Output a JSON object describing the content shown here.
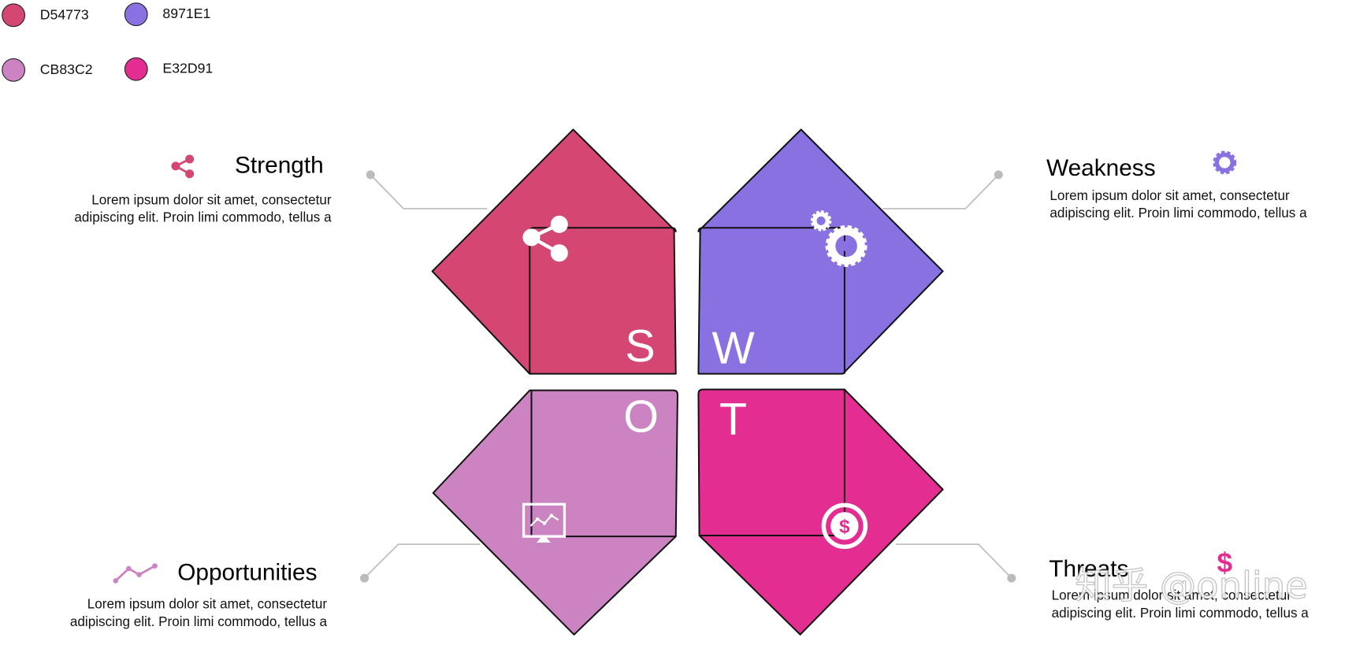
{
  "legend": [
    {
      "label": "D54773",
      "color": "#D54773"
    },
    {
      "label": "8971E1",
      "color": "#8971E1"
    },
    {
      "label": "CB83C2",
      "color": "#CB83C2"
    },
    {
      "label": "E32D91",
      "color": "#E32D91"
    }
  ],
  "quadrants": {
    "s": {
      "letter": "S",
      "title": "Strength",
      "icon": "share-icon",
      "color": "#D54773",
      "text_line1": "Lorem ipsum dolor sit amet, consectetur",
      "text_line2": "adipiscing elit. Proin limi commodo, tellus a"
    },
    "w": {
      "letter": "W",
      "title": "Weakness",
      "icon": "gears-icon",
      "color": "#8971E1",
      "text_line1": "Lorem ipsum dolor sit amet, consectetur",
      "text_line2": "adipiscing elit. Proin limi commodo, tellus a"
    },
    "o": {
      "letter": "O",
      "title": "Opportunities",
      "icon": "presentation-chart-icon",
      "color": "#CB83C2",
      "text_line1": "Lorem ipsum dolor sit amet, consectetur",
      "text_line2": "adipiscing elit. Proin limi commodo, tellus a"
    },
    "t": {
      "letter": "T",
      "title": "Threats",
      "icon": "dollar-coin-icon",
      "color": "#E32D91",
      "text_line1": "Lorem ipsum dolor sit amet, consectetur",
      "text_line2": "adipiscing elit. Proin limi commodo, tellus a"
    }
  },
  "watermark": "知乎 @online",
  "connector_color": "#BBBBBB"
}
